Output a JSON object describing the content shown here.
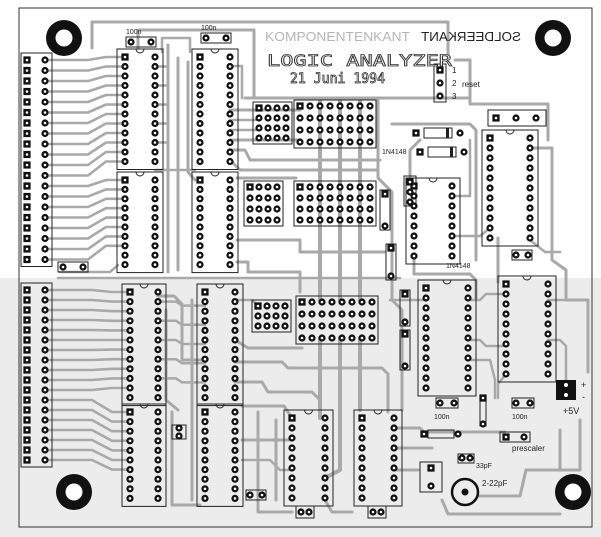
{
  "board": {
    "title_component_side": "KOMPONENTENKANT",
    "title_solder_side": "SOLDEERKANT",
    "project": "LOGIC ANALYZER",
    "date": "21 Juni 1994"
  },
  "labels": {
    "cap_ic1": "100n",
    "cap_ic2": "100n",
    "diode_top": "1N4148",
    "diode_right": "1N4148",
    "reset_pin1": "1",
    "reset_pin2": "2",
    "reset_pin3": "3",
    "reset": "reset",
    "cap_right1": "100n",
    "cap_right2": "100n",
    "power_plus": "+",
    "power_minus": "-",
    "power": "+5V",
    "prescaler": "prescaler",
    "cap_xtal": "33pF",
    "trimmer": "2-22pF"
  },
  "colors": {
    "copper": "#a9a9a9",
    "pad": "#111111",
    "board_lower": "#ececec",
    "silkscreen": "#222222"
  }
}
